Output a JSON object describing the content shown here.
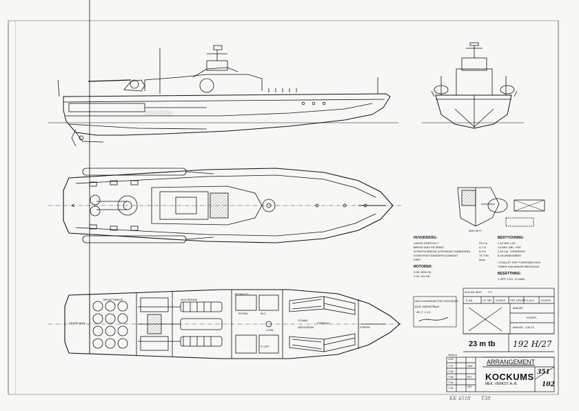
{
  "specs": {
    "heading": "HUVUDDRÅG:",
    "rows": [
      {
        "label": "LÄNGD ÖVER ALLT",
        "value": "23,0 m"
      },
      {
        "label": "BREDD MAX PÅ SPANT",
        "value": "4,7 m"
      },
      {
        "label": "STÖRSTA BREDD (VITERKANT AVBÄRARE)",
        "value": "5,5 m"
      },
      {
        "label": "KONSTRUKTIONSDEPLACEMENT",
        "value": "75 TON"
      },
      {
        "label": "FART",
        "value": "knop"
      }
    ],
    "motors_heading": "MOTORER:",
    "motors": [
      "3 HK 1500 HK.",
      "2 HK 100 HK."
    ]
  },
  "armament": {
    "heading": "BESTYCKNING:",
    "items": [
      "1-40 MM. LAK.",
      "1-8 MM. DBL. KSP.",
      "2-53 CM. TORPEDER",
      "8-SJUNKBOMBER"
    ],
    "note_lines": [
      "I STÄLLET FÖR TORPEDER DEN",
      "TUBER KAN MINOR MEDTAGAS"
    ],
    "crew_heading": "BESÄTTNING:",
    "crew": "1 OFF. 2 UO. 12 MAN."
  },
  "drawing_notes": {
    "section_label": "MAS MITT",
    "plan_labels": [
      "AKTRE RUM",
      "BESÄTTNINGS",
      "MOTORRUM",
      "STYRHYTT",
      "FÖRRUM",
      "W.C.",
      "BYSSA",
      "12 MAN",
      "DÄCKSRUM",
      "FÖRPIK",
      "UTSK.",
      "P. OFF"
    ]
  },
  "stamp": {
    "lines": [
      "MED KOKSRUM FÖR HOSTAGES",
      "KAN MEDFÖRAS",
      "- Bl. f. 2 d.t"
    ]
  },
  "title_block": {
    "ref_numbers": [
      "315-391 3510",
      "2 P."
    ],
    "columns": [
      "E NA.",
      "UT. NR.",
      "KONTO",
      "FRT GRUPP",
      "K.M.V.",
      "KONTR."
    ],
    "rows": [
      "MALMÖ",
      "KONTR.",
      "MALMÖ"
    ],
    "date": "5/4-33",
    "boat": "23 m tb",
    "drawing_no": "192 H/27",
    "scale_label": "SKALA",
    "scale": "1:50",
    "title": "ARRANGEMENT",
    "company": "KOCKUMS",
    "company_sub": "MEK. VERKST. A.-B.",
    "sheet_top": "351",
    "sheet_bottom": "102",
    "revisions": [
      "7 57",
      "7 56",
      "7 55",
      "7 54",
      "7 53"
    ],
    "rev_labels": [
      "DAT.",
      "RIT",
      "GR."
    ]
  },
  "archive": {
    "marks": [
      "KK 4518",
      "T38"
    ]
  }
}
